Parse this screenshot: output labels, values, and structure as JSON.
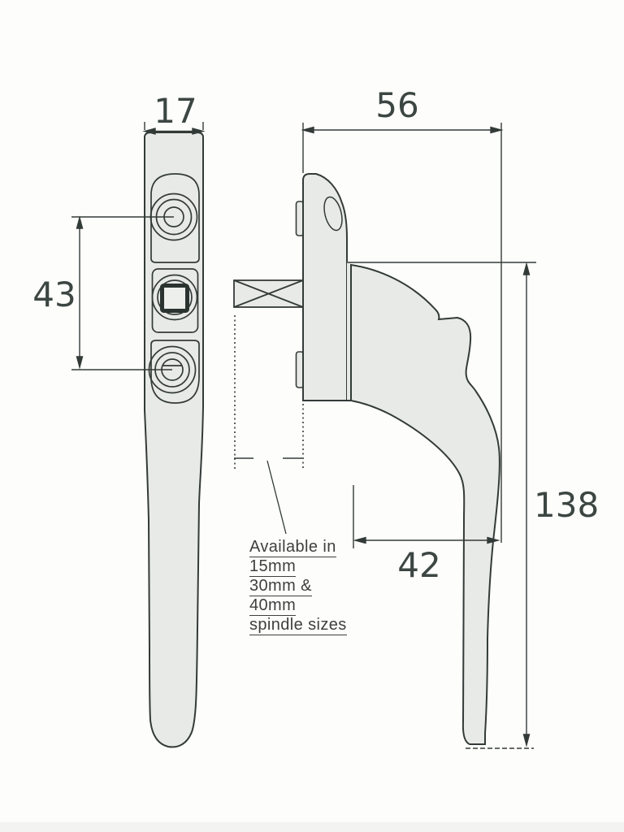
{
  "drawing": {
    "labels": {
      "width_mm": "17",
      "depth_mm": "56",
      "screw_spacing_mm": "43",
      "grip_offset_mm": "42",
      "height_mm": "138"
    },
    "note": {
      "lines": [
        "Available in",
        "15mm",
        "30mm &",
        "40mm",
        "spindle sizes"
      ]
    },
    "colors": {
      "line": "#333b38",
      "handle_fill": "#e8eae7",
      "label_text": "#3c4643",
      "note_text": "#3f3f3f",
      "background": "#fdfdfc"
    }
  }
}
